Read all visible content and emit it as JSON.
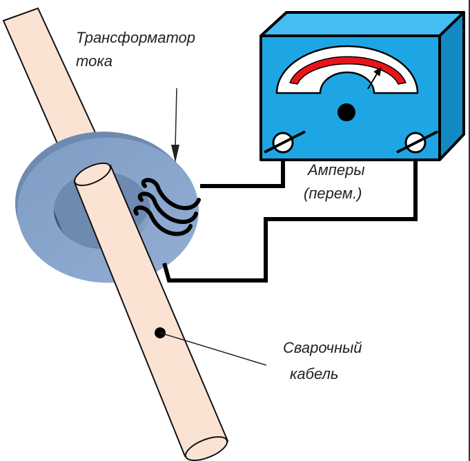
{
  "labels": {
    "transformer_line1": "Трансформатор",
    "transformer_line2": "тока",
    "meter_line1": "Амперы",
    "meter_line2": "(перем.)",
    "cable_line1": "Сварочный",
    "cable_line2": "кабель"
  },
  "colors": {
    "meter_front": "#1ea6e4",
    "meter_top": "#45bdf0",
    "meter_side": "#1289c2",
    "scale_red": "#e8141a",
    "cable": "#fbe3d4",
    "toroid": "#8fa9cc"
  }
}
